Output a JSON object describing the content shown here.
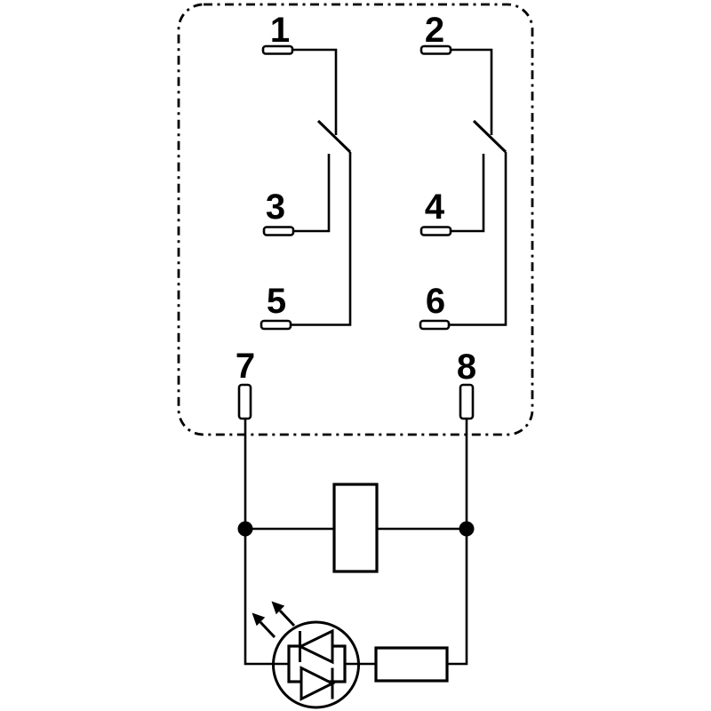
{
  "colors": {
    "background": "#ffffff",
    "line": "#000000"
  },
  "relay_diagram": {
    "terminals": {
      "t1": "1",
      "t2": "2",
      "t3": "3",
      "t4": "4",
      "t5": "5",
      "t6": "6",
      "t7": "7",
      "t8": "8"
    },
    "symbols": {
      "enclosure": "dash-dot-rounded-boundary",
      "pole_left": "changeover-contact",
      "pole_right": "changeover-contact",
      "coil": "coil-rectangle",
      "indicator": "led-anti-parallel-diodes-in-circle",
      "resistor": "resistor-rectangle",
      "light_emission": "two-diagonal-arrows"
    }
  }
}
